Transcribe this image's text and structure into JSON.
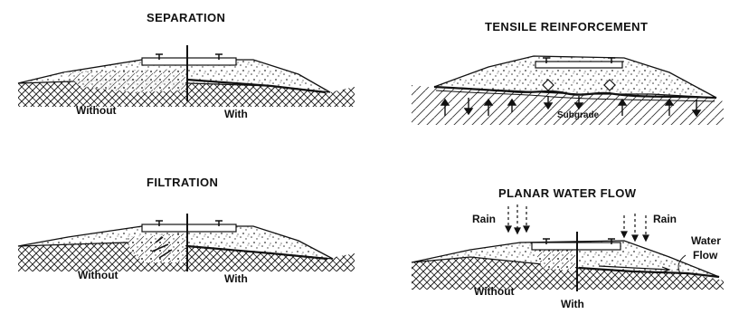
{
  "panels": {
    "separation": {
      "title": "SEPARATION",
      "left_label": "Without",
      "right_label": "With"
    },
    "tensile": {
      "title": "TENSILE REINFORCEMENT",
      "subgrade_label": "Subgrade"
    },
    "filtration": {
      "title": "FILTRATION",
      "left_label": "Without",
      "right_label": "With"
    },
    "planar": {
      "title": "PLANAR WATER FLOW",
      "rain_left": "Rain",
      "rain_right": "Rain",
      "water_label_1": "Water",
      "water_label_2": "Flow",
      "left_label": "Without",
      "right_label": "With"
    }
  }
}
